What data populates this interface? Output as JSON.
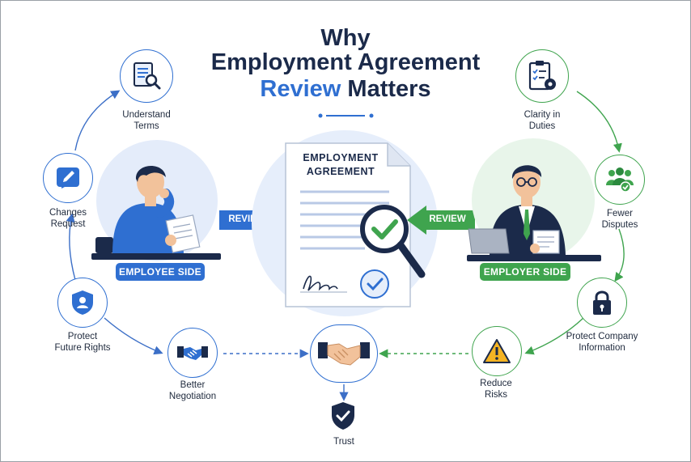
{
  "title": {
    "line1": "Why",
    "line2": "Employment Agreement",
    "line3_highlight": "Review",
    "line3_rest": "Matters"
  },
  "document": {
    "heading_line1": "EMPLOYMENT",
    "heading_line2": "AGREEMENT"
  },
  "arrows": {
    "left": "REVIEW",
    "right": "REVIEW"
  },
  "sides": {
    "employee": "EMPLOYEE SIDE",
    "employer": "EMPLOYER SIDE"
  },
  "nodes": {
    "understand": "Understand\nTerms",
    "changes": "Changes\nRequest",
    "protect_rights": "Protect\nFuture Rights",
    "negotiation": "Better\nNegotiation",
    "trust": "Trust",
    "risks": "Reduce\nRisks",
    "protect_company": "Protect Company\nInformation",
    "disputes": "Fewer\nDisputes",
    "clarity": "Clarity in\nDuties"
  },
  "colors": {
    "navy": "#1b2a4a",
    "blue": "#2f6fd1",
    "green": "#3fa44e",
    "light_blue": "#e6eefb",
    "light_green": "#e8f5ea"
  }
}
